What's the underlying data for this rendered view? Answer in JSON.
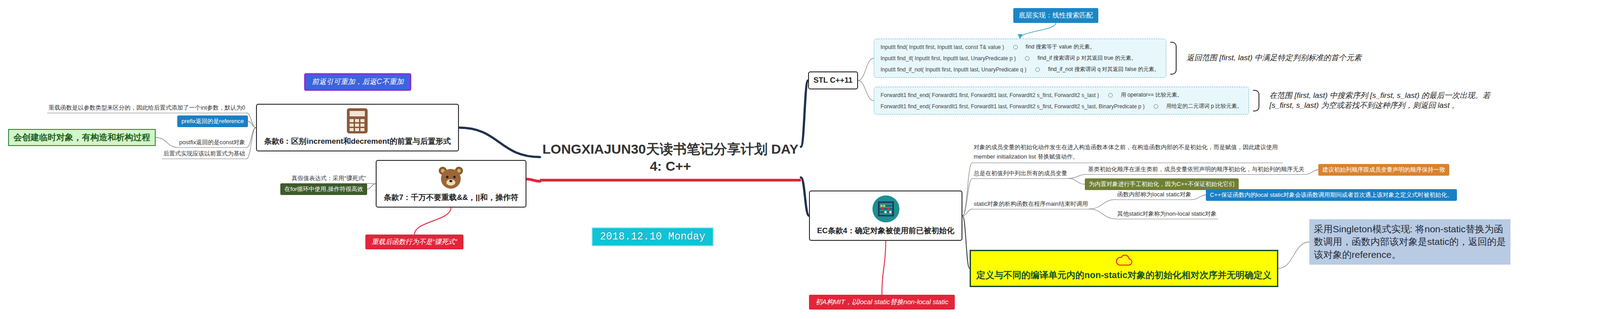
{
  "diagram": {
    "nodes": [
      {
        "text": [
          "LONGXIAJUN30天读书笔记分享计划 DAY 4: C++"
        ]
      },
      {
        "text": [
          "条款6：区别increment和decrement的前置与后置形式"
        ]
      },
      {
        "text": [
          "前返引可重加，后返C不重加"
        ]
      },
      {
        "text": [
          "重载函数是以参数类型来区分的，因此给后置式添加了一个int参数，默认为0"
        ]
      },
      {
        "text": [
          "prefix返回的是reference"
        ]
      },
      {
        "text": [
          "postfix返回的是const对象"
        ]
      },
      {
        "text": [
          "会创建临时对象，有构造和析构过程"
        ]
      },
      {
        "text": [
          "后置式实现应该以前置式为基础"
        ]
      },
      {
        "text": [
          "条款7：千万不要重载&&，||和，操作符"
        ]
      },
      {
        "text": [
          "真假值表达式：采用“骤死式”"
        ]
      },
      {
        "text": [
          "在for循环中使用,操作符很高效"
        ]
      },
      {
        "text": [
          "重载后函数行为不是“骤死式”"
        ]
      },
      {
        "text": [
          "2018.12.10 Monday"
        ]
      },
      {
        "text": [
          "STL C++11"
        ]
      },
      {
        "text": [
          "底层实现：线性搜索匹配"
        ]
      },
      {
        "text": [
          "返回范围 [first, last) 中满足特定判别标准的首个元素"
        ]
      },
      {
        "text": [
          "InputIt find( InputIt first, InputIt last, const T& value )",
          "find 搜索等于 value 的元素。"
        ],
        "in": 15
      },
      {
        "text": [
          "InputIt find_if( InputIt first, InputIt last, UnaryPredicate p )",
          "find_if 搜索谓词 p 对其返回 true 的元素。"
        ],
        "in": 15
      },
      {
        "text": [
          "InputIt find_if_not( InputIt first, InputIt last, UnaryPredicate q )",
          "find_if_not 搜索谓词 q 对其返回 false 的元素。"
        ],
        "in": 15
      },
      {
        "text": [
          "在范围 [first, last) 中搜索序列 [s_first, s_last) 的最后一次出现。若 [s_first, s_last) 为空或若找不到这种序列，则返回 last 。"
        ]
      },
      {
        "text": [
          "ForwardIt1 find_end( ForwardIt1 first, ForwardIt1 last, ForwardIt2 s_first, ForwardIt2 s_last )",
          "用 operator== 比较元素。"
        ],
        "in": 19
      },
      {
        "text": [
          "ForwardIt1 find_end( ForwardIt1 first, ForwardIt1 last, ForwardIt2 s_first, ForwardIt2 s_last, BinaryPredicate p )",
          "用给定的二元谓词 p 比较元素。"
        ],
        "in": 19
      },
      {
        "text": [
          "EC条款4：确定对象被使用前已被初始化"
        ]
      },
      {
        "text": [
          "对象的成员变量的初始化动作发生在进入构造函数本体之前，在构造函数内部的不是初始化，而是赋值，因此建议使用member initialization list 替换赋值动作。"
        ]
      },
      {
        "text": [
          "总是在初值列中列出所有的成员变量"
        ]
      },
      {
        "text": [
          "基类初始化顺序在派生类前，成员变量依照声明的顺序初始化，与初始列的顺序无关"
        ]
      },
      {
        "text": [
          "建议初始列顺序跟成员变量声明的顺序保持一致"
        ]
      },
      {
        "text": [
          "为内置对象进行手工初始化，因为C++不保证初始化它们"
        ]
      },
      {
        "text": [
          "static对象的析构函数在程序main结束时调用"
        ]
      },
      {
        "text": [
          "函数内部称为local static对象"
        ]
      },
      {
        "text": [
          "C++保证函数内的local static对象会该函数调用期间或者首次遇上该对象之定义式时被初始化。"
        ]
      },
      {
        "text": [
          "其他static对象称为non-local static对象"
        ]
      },
      {
        "text": [
          "定义与不同的编译单元内的non-static对象的初始化相对次序并无明确定义"
        ]
      },
      {
        "text": [
          "采用Singleton模式实现: 将non-static替换为函数调用，函数内部该对象是static的，返回的是该对象的reference。"
        ]
      },
      {
        "text": [
          "初A构MIT，以local static替换non-local static"
        ]
      }
    ],
    "edges": [
      {
        "from": 0,
        "to": 1,
        "arrow": "none"
      },
      {
        "from": 0,
        "to": 8,
        "arrow": "none"
      },
      {
        "from": 0,
        "to": 13,
        "arrow": "none"
      },
      {
        "from": 0,
        "to": 22,
        "arrow": "none"
      },
      {
        "from": 1,
        "to": 3,
        "arrow": "none"
      },
      {
        "from": 1,
        "to": 4,
        "arrow": "none"
      },
      {
        "from": 1,
        "to": 5,
        "arrow": "none"
      },
      {
        "from": 1,
        "to": 7,
        "arrow": "none"
      },
      {
        "from": 5,
        "to": 6,
        "arrow": "none"
      },
      {
        "from": 8,
        "to": 9,
        "arrow": "none"
      },
      {
        "from": 8,
        "to": 10,
        "arrow": "none"
      },
      {
        "from": 8,
        "to": 11,
        "arrow": "none"
      },
      {
        "from": 13,
        "to": 15,
        "arrow": "none"
      },
      {
        "from": 13,
        "to": 19,
        "arrow": "none"
      },
      {
        "from": 14,
        "to": 15,
        "arrow": "to"
      },
      {
        "from": 22,
        "to": 23,
        "arrow": "none"
      },
      {
        "from": 22,
        "to": 24,
        "arrow": "none"
      },
      {
        "from": 22,
        "to": 28,
        "arrow": "none"
      },
      {
        "from": 22,
        "to": 32,
        "arrow": "none"
      },
      {
        "from": 22,
        "to": 34,
        "arrow": "none"
      },
      {
        "from": 24,
        "to": 25,
        "arrow": "none"
      },
      {
        "from": 24,
        "to": 27,
        "arrow": "none"
      },
      {
        "from": 25,
        "to": 26,
        "arrow": "none"
      },
      {
        "from": 28,
        "to": 29,
        "arrow": "none"
      },
      {
        "from": 28,
        "to": 31,
        "arrow": "none"
      },
      {
        "from": 29,
        "to": 30,
        "arrow": "none"
      },
      {
        "from": 32,
        "to": 33,
        "arrow": "none"
      }
    ]
  }
}
